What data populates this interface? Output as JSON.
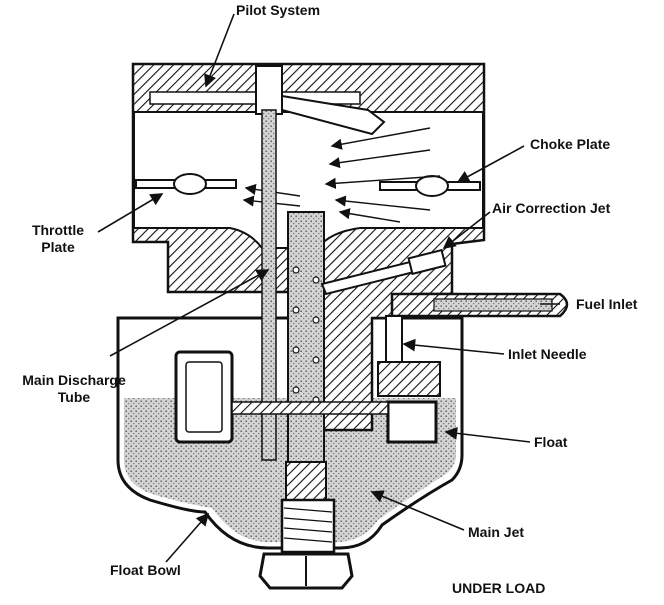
{
  "labels": {
    "pilot_system": "Pilot System",
    "choke_plate": "Choke Plate",
    "air_correction_jet": "Air Correction Jet",
    "throttle_plate_line1": "Throttle",
    "throttle_plate_line2": "Plate",
    "fuel_inlet": "Fuel Inlet",
    "inlet_needle": "Inlet Needle",
    "main_discharge_tube_line1": "Main Discharge",
    "main_discharge_tube_line2": "Tube",
    "float": "Float",
    "main_jet": "Main Jet",
    "float_bowl": "Float Bowl",
    "condition": "UNDER LOAD"
  },
  "colors": {
    "ink": "#111111",
    "paper": "#ffffff",
    "fuel": "#c8c8c8"
  }
}
